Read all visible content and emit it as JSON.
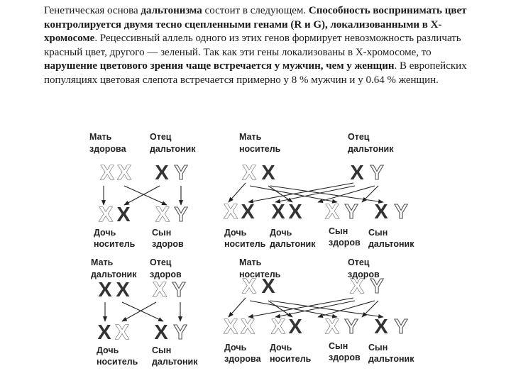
{
  "text": {
    "s1": "Генетическая основа ",
    "b1": "дальтонизма",
    "s2": " состоит в следующем. ",
    "b2": "Способность воспринимать цвет контролируется двумя тесно сцепленными генами (R и G), локализованными в Х-хромосоме",
    "s3": ". Рецессивный аллель одного из этих генов формирует невозможность различать красный цвет, другого — зеленый. Так как эти гены локализованы в Х-хромосоме, то ",
    "b3": "нарушение цветового зрения чаще встречается у мужчин, чем у женщин",
    "s4": ". В европейских популяциях цветовая слепота встречается примерно у 8 % мужчин и у 0.64 % женщин."
  },
  "diagram": {
    "d1": {
      "mother": [
        "Мать",
        "здорова"
      ],
      "father": [
        "Отец",
        "дальтоник"
      ],
      "child1": [
        "Дочь",
        "носитель"
      ],
      "child2": [
        "Сын",
        "здоров"
      ]
    },
    "d2": {
      "mother": [
        "Мать",
        "носитель"
      ],
      "father": [
        "Отец",
        "дальтоник"
      ],
      "child1": [
        "Дочь",
        "носитель"
      ],
      "child2": [
        "Дочь",
        "дальтоник"
      ],
      "child3": [
        "Сын",
        "здоров"
      ],
      "child4": [
        "Сын",
        "дальтоник"
      ]
    },
    "d3": {
      "mother": [
        "Мать",
        "дальтоник"
      ],
      "father": [
        "Отец",
        "здоров"
      ],
      "child1": [
        "Дочь",
        "носитель"
      ],
      "child2": [
        "Сын",
        "дальтоник"
      ]
    },
    "d4": {
      "mother": [
        "Мать",
        "носитель"
      ],
      "father": [
        "Отец",
        "здоров"
      ],
      "child1": [
        "Дочь",
        "здорова"
      ],
      "child2": [
        "Дочь",
        "носитель"
      ],
      "child3": [
        "Сын",
        "здоров"
      ],
      "child4": [
        "Сын",
        "дальтоник"
      ]
    },
    "symbols": {
      "x": "X",
      "y": "Y"
    }
  }
}
